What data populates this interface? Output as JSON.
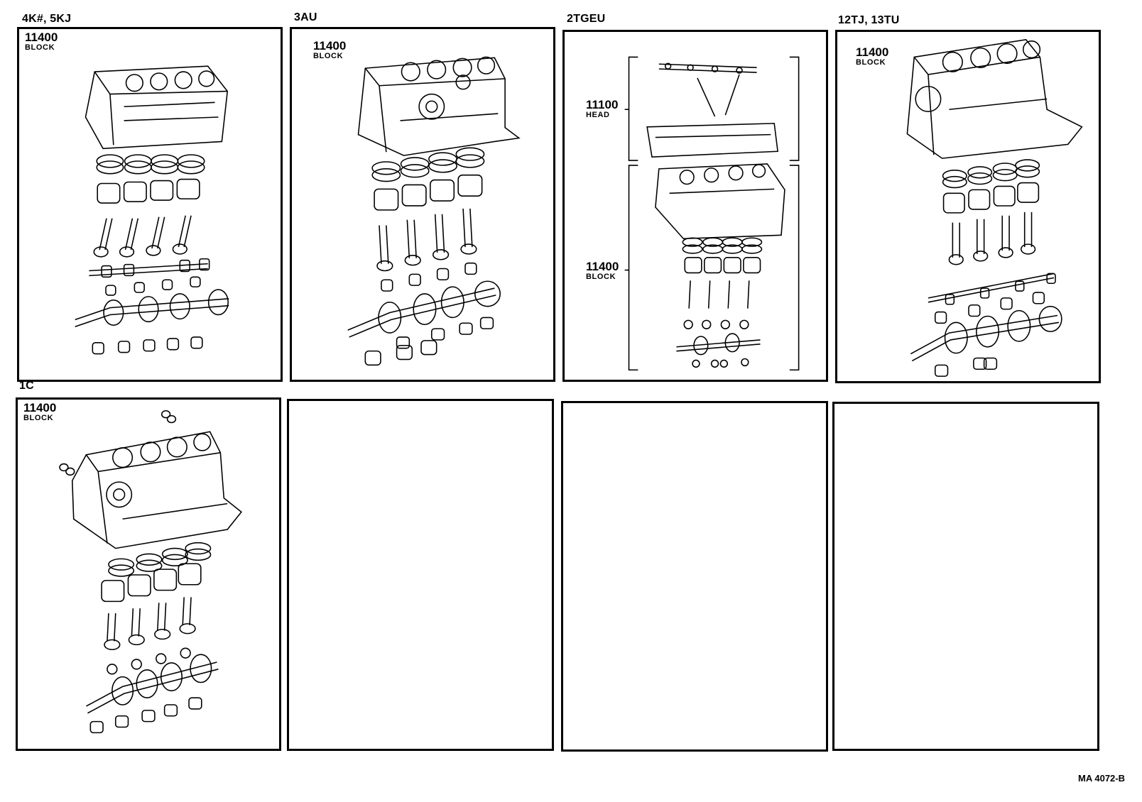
{
  "figure_ref": "MA 4072-B",
  "panels": [
    {
      "title": "4K#, 5KJ",
      "callouts": [
        {
          "number": "11400",
          "label": "BLOCK"
        }
      ]
    },
    {
      "title": "3AU",
      "callouts": [
        {
          "number": "11400",
          "label": "BLOCK"
        }
      ]
    },
    {
      "title": "2TGEU",
      "callouts": [
        {
          "number": "11100",
          "label": "HEAD"
        },
        {
          "number": "11400",
          "label": "BLOCK"
        }
      ]
    },
    {
      "title": "12TJ, 13TU",
      "callouts": [
        {
          "number": "11400",
          "label": "BLOCK"
        }
      ]
    },
    {
      "title": "1C",
      "callouts": [
        {
          "number": "11400",
          "label": "BLOCK"
        }
      ]
    },
    {
      "title": "",
      "callouts": []
    },
    {
      "title": "",
      "callouts": []
    },
    {
      "title": "",
      "callouts": []
    }
  ]
}
